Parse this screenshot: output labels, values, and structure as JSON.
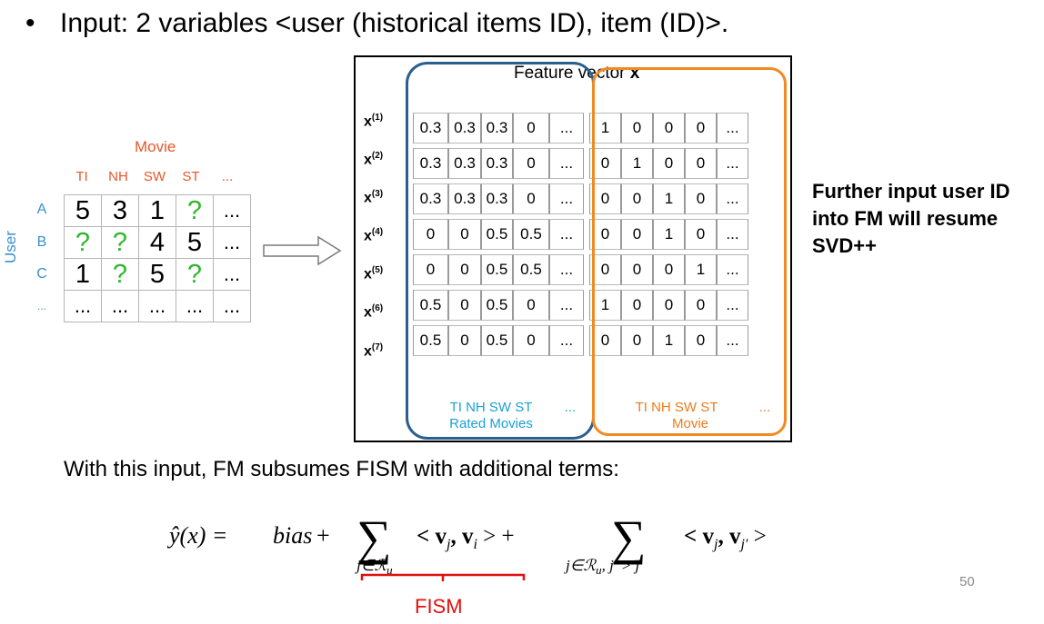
{
  "headline": {
    "bullet": "•",
    "text": "Input: 2 variables <user (historical items ID), item (ID)>."
  },
  "left_matrix": {
    "movie_label": "Movie",
    "user_label": "User",
    "columns": [
      "TI",
      "NH",
      "SW",
      "ST",
      "..."
    ],
    "rows": [
      "A",
      "B",
      "C",
      "..."
    ],
    "cells": [
      [
        "5",
        "3",
        "1",
        "?",
        "..."
      ],
      [
        "?",
        "?",
        "4",
        "5",
        "..."
      ],
      [
        "1",
        "?",
        "5",
        "?",
        "..."
      ],
      [
        "...",
        "...",
        "...",
        "...",
        "..."
      ]
    ]
  },
  "feature": {
    "title_prefix": "Feature vector ",
    "title_bold": "x",
    "row_labels": [
      "x",
      "x",
      "x",
      "x",
      "x",
      "x",
      "x"
    ],
    "row_sups": [
      "(1)",
      "(2)",
      "(3)",
      "(4)",
      "(5)",
      "(6)",
      "(7)"
    ],
    "rated": [
      [
        "0.3",
        "0.3",
        "0.3",
        "0",
        "..."
      ],
      [
        "0.3",
        "0.3",
        "0.3",
        "0",
        "..."
      ],
      [
        "0.3",
        "0.3",
        "0.3",
        "0",
        "..."
      ],
      [
        "0",
        "0",
        "0.5",
        "0.5",
        "..."
      ],
      [
        "0",
        "0",
        "0.5",
        "0.5",
        "..."
      ],
      [
        "0.5",
        "0",
        "0.5",
        "0",
        "..."
      ],
      [
        "0.5",
        "0",
        "0.5",
        "0",
        "..."
      ]
    ],
    "movie": [
      [
        "1",
        "0",
        "0",
        "0",
        "..."
      ],
      [
        "0",
        "1",
        "0",
        "0",
        "..."
      ],
      [
        "0",
        "0",
        "1",
        "0",
        "..."
      ],
      [
        "0",
        "0",
        "1",
        "0",
        "..."
      ],
      [
        "0",
        "0",
        "0",
        "1",
        "..."
      ],
      [
        "1",
        "0",
        "0",
        "0",
        "..."
      ],
      [
        "0",
        "0",
        "1",
        "0",
        "..."
      ]
    ],
    "rated_cols": "TI  NH  SW  ST",
    "rated_ell": "...",
    "rated_caption": "Rated Movies",
    "movie_cols": "TI   NH  SW  ST",
    "movie_ell": "...",
    "movie_caption": "Movie"
  },
  "further_text": "Further input user ID into FM will resume SVD++",
  "subsume_text": "With this input, FM subsumes FISM with additional terms:",
  "formula": {
    "lhs": "ŷ(x) = ",
    "bias": "bias",
    "plus1": " + ",
    "term1": "< v",
    "term1_sub_j": "j",
    "term1_mid": ", v",
    "term1_sub_i": "i",
    "term1_end": " > + ",
    "sum1_sub": "j∈ℛ",
    "sum1_sub_u": "u",
    "term2": "< v",
    "term2_sub_j": "j",
    "term2_mid": ", v",
    "term2_sub_jp": "j′",
    "term2_end": " >",
    "sum2_sub": "j∈ℛ",
    "sum2_sub_u": "u",
    "sum2_sub_rest": ", j′ > j",
    "sigma": "∑"
  },
  "fism_label": "FISM",
  "page_number": "50",
  "colors": {
    "orange": "#e8562a",
    "blue": "#3b8fd0",
    "green": "#2eb82e",
    "red": "#e01010",
    "box_blue": "#2b5f8f",
    "box_orange": "#f08a24"
  }
}
